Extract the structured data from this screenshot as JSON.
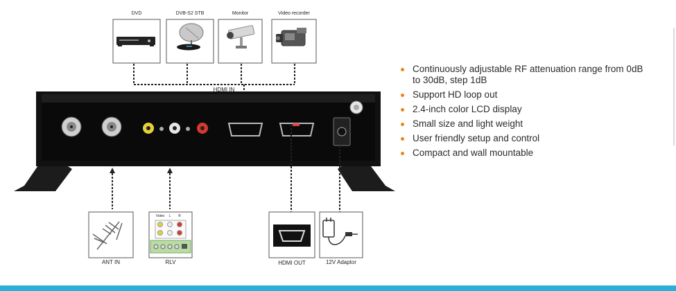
{
  "diagram": {
    "top_sources": [
      {
        "label": "DVD",
        "icon": "dvd-player-icon"
      },
      {
        "label": "DVB-S2 STB",
        "icon": "satellite-dish-icon"
      },
      {
        "label": "Monitor",
        "icon": "security-camera-icon"
      },
      {
        "label": "Video recorder",
        "icon": "camcorder-icon"
      }
    ],
    "hdmi_in_label": "HDMI IN",
    "bottom_connections": [
      {
        "label": "ANT IN",
        "icon": "antenna-icon"
      },
      {
        "label": "RLV",
        "icon": "rca-panel-icon"
      },
      {
        "label": "HDMI OUT",
        "icon": "hdmi-port-icon"
      },
      {
        "label": "12V Adaptor",
        "icon": "power-adaptor-icon"
      }
    ],
    "rca_labels": {
      "video": "Video",
      "left": "L",
      "right": "R"
    }
  },
  "features": [
    "Continuously adjustable RF attenuation range from 0dB to 30dB, step 1dB",
    "Support HD loop out",
    "2.4-inch color LCD display",
    "Small size and light weight",
    "User friendly setup and control",
    "Compact and wall mountable"
  ],
  "colors": {
    "bullet": "#e8861a",
    "accent_bar": "#29b0d9",
    "device_body": "#111111"
  }
}
